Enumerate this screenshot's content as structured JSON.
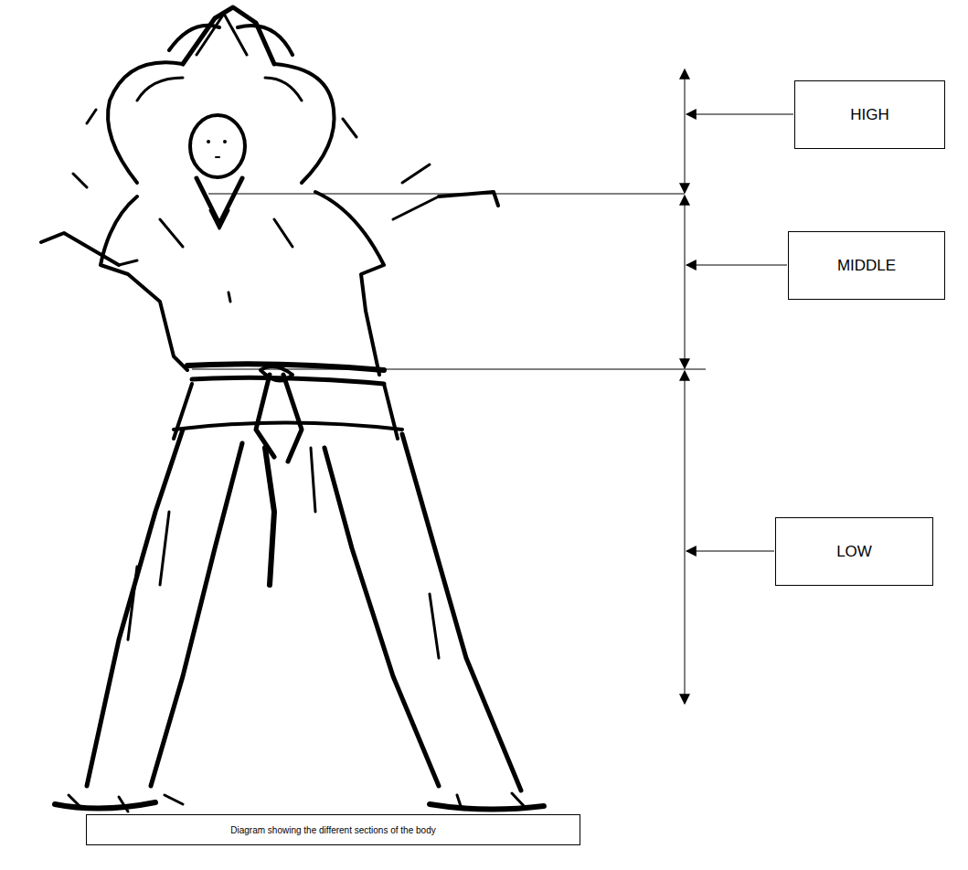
{
  "diagram": {
    "caption": "Diagram showing the different sections of the body",
    "nodes": [
      {
        "text": [
          "HIGH"
        ]
      },
      {
        "text": [
          "MIDDLE"
        ]
      },
      {
        "text": [
          "LOW"
        ]
      }
    ]
  }
}
